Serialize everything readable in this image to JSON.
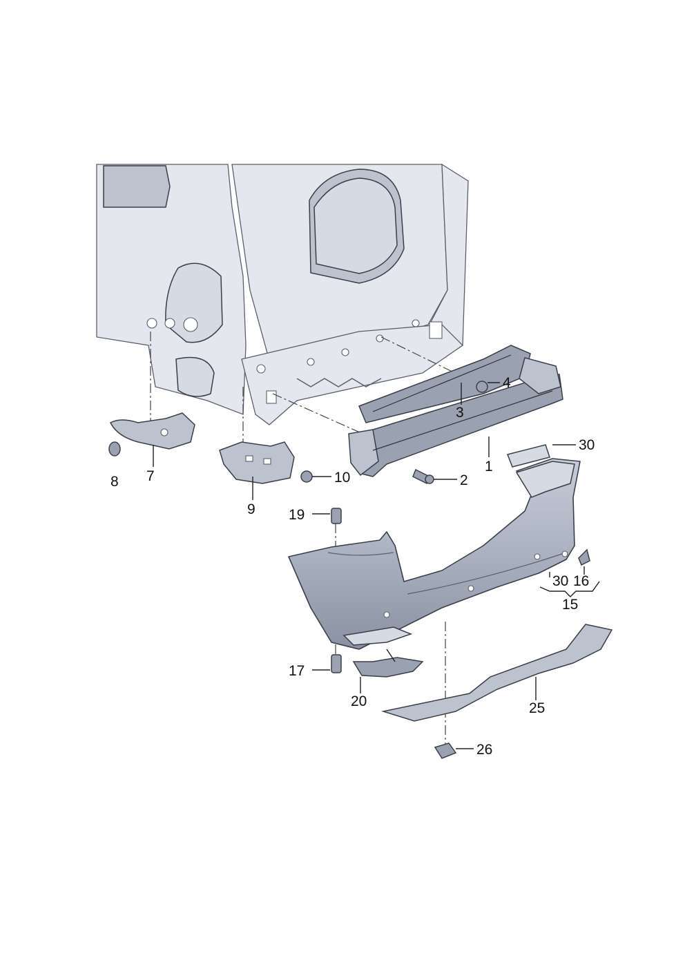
{
  "callouts": {
    "c1": "1",
    "c2": "2",
    "c3": "3",
    "c4": "4",
    "c7": "7",
    "c8": "8",
    "c9": "9",
    "c10": "10",
    "c15": "15",
    "c16": "16",
    "c17": "17",
    "c19": "19",
    "c20": "20",
    "c25": "25",
    "c26": "26",
    "c30a": "30",
    "c30b": "30"
  }
}
